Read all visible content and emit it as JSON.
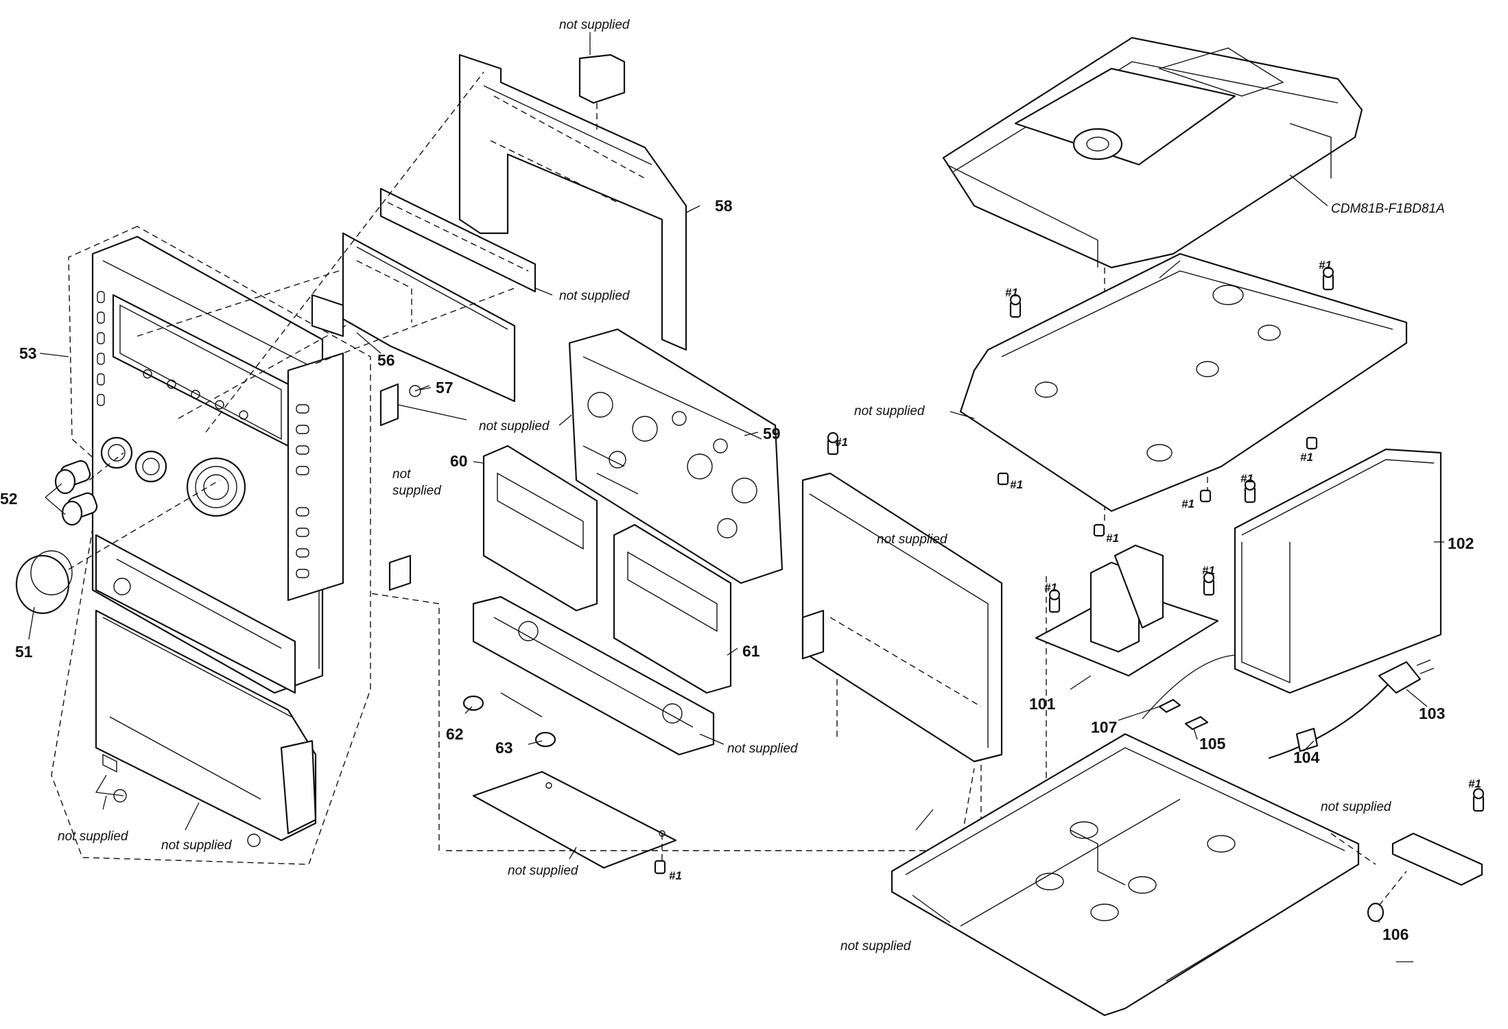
{
  "part_numbers": {
    "p51": "51",
    "p52": "52",
    "p53": "53",
    "p56": "56",
    "p57": "57",
    "p58": "58",
    "p59": "59",
    "p60": "60",
    "p61": "61",
    "p62": "62",
    "p63": "63",
    "p101": "101",
    "p102": "102",
    "p103": "103",
    "p104": "104",
    "p105": "105",
    "p106": "106",
    "p107": "107"
  },
  "notes": {
    "not_supplied": "not supplied",
    "not": "not",
    "supplied": "supplied",
    "screw_ref": "#1",
    "cd_mechanism": "CDM81B-F1BD81A"
  }
}
